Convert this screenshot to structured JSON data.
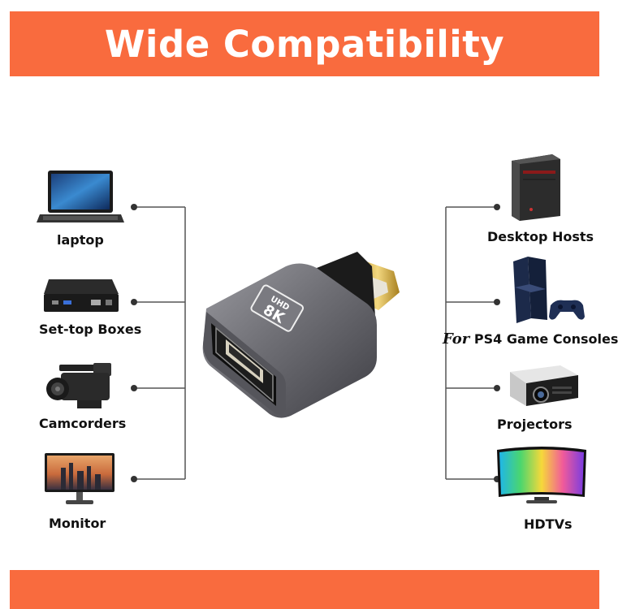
{
  "banner": {
    "title": "Wide Compatibility"
  },
  "left_devices": [
    {
      "label": "laptop",
      "icon": "laptop-icon"
    },
    {
      "label": "Set-top Boxes",
      "icon": "set-top-box-icon"
    },
    {
      "label": "Camcorders",
      "icon": "camcorder-icon"
    },
    {
      "label": "Monitor",
      "icon": "monitor-icon"
    }
  ],
  "right_devices": [
    {
      "label": "Desktop Hosts",
      "icon": "desktop-tower-icon"
    },
    {
      "label_prefix": "For",
      "label": "PS4 Game Consoles",
      "icon": "game-console-icon"
    },
    {
      "label": "Projectors",
      "icon": "projector-icon"
    },
    {
      "label": "HDTVs",
      "icon": "curved-tv-icon"
    }
  ],
  "adapter": {
    "badge_top": "UHD",
    "badge_main": "8K",
    "icon": "displayport-adapter-icon"
  },
  "colors": {
    "accent": "#f96b3e",
    "line": "#555555"
  }
}
